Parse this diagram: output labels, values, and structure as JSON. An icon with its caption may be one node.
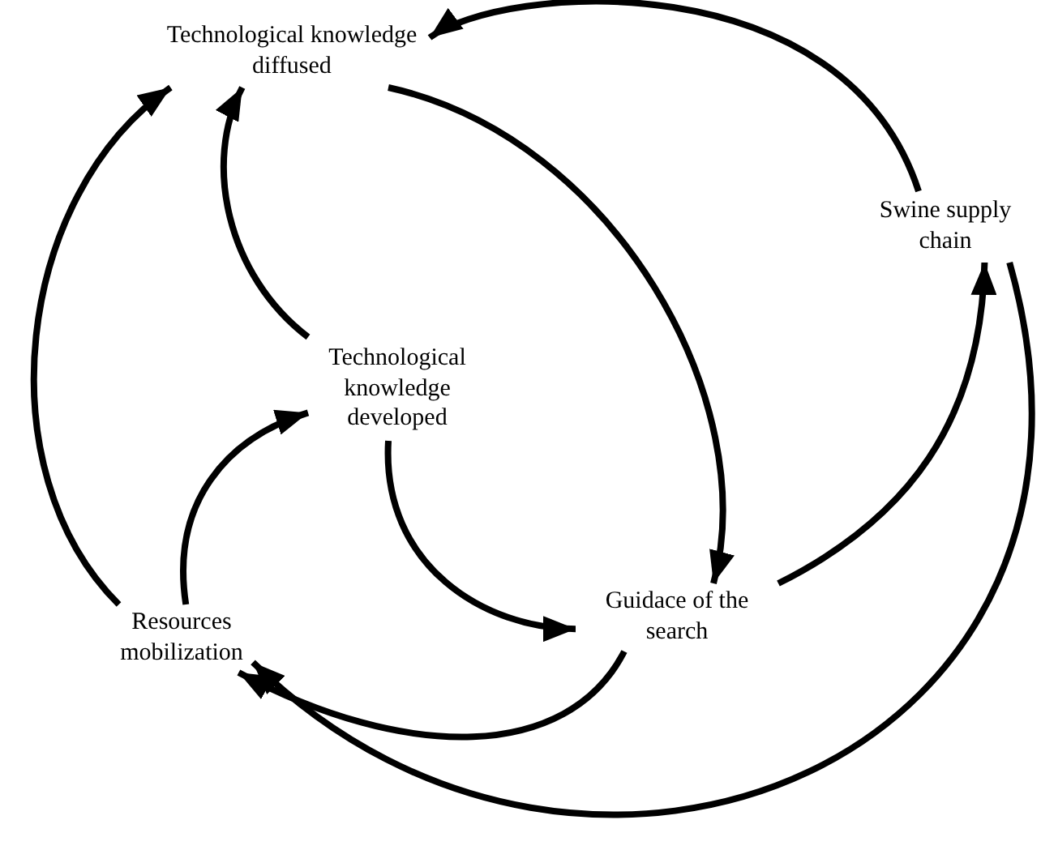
{
  "diagram": {
    "nodes": [
      {
        "text": [
          "Technological knowledge diffused"
        ]
      },
      {
        "text": [
          "Swine supply chain"
        ]
      },
      {
        "text": [
          "Technological knowledge developed"
        ]
      },
      {
        "text": [
          "Guidace of the search"
        ]
      },
      {
        "text": [
          "Resources mobilization"
        ]
      }
    ],
    "edges": [
      {
        "from": 1,
        "to": 0,
        "arrow": "to"
      },
      {
        "from": 0,
        "to": 3,
        "arrow": "to"
      },
      {
        "from": 2,
        "to": 0,
        "arrow": "to"
      },
      {
        "from": 4,
        "to": 0,
        "arrow": "to"
      },
      {
        "from": 4,
        "to": 2,
        "arrow": "to"
      },
      {
        "from": 2,
        "to": 3,
        "arrow": "to"
      },
      {
        "from": 3,
        "to": 1,
        "arrow": "to"
      },
      {
        "from": 3,
        "to": 4,
        "arrow": "to"
      },
      {
        "from": 1,
        "to": 4,
        "arrow": "to"
      }
    ]
  }
}
